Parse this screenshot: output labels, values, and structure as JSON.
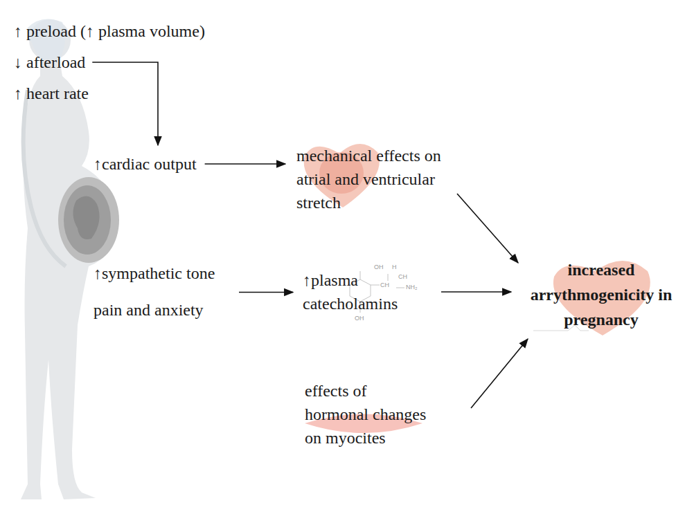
{
  "diagram": {
    "nodes": [
      {
        "text": [
          "↑ preload (↑ plasma volume)",
          "↓ afterload",
          "↑ heart rate"
        ]
      },
      {
        "text": [
          "↑cardiac output"
        ]
      },
      {
        "text": [
          "mechanical effects on atrial and ventricular stretch"
        ]
      },
      {
        "text": [
          "↑sympathetic tone",
          "pain and anxiety"
        ]
      },
      {
        "text": [
          "↑plasma catecholamins"
        ]
      },
      {
        "text": [
          "effects of hormonal changes on myocites"
        ]
      },
      {
        "text": [
          "increased arrythmogenicity in pregnancy"
        ]
      }
    ],
    "edges": [
      {
        "from": 0,
        "to": 1,
        "arrow": "to"
      },
      {
        "from": 1,
        "to": 2,
        "arrow": "to"
      },
      {
        "from": 2,
        "to": 6,
        "arrow": "to"
      },
      {
        "from": 3,
        "to": 4,
        "arrow": "to"
      },
      {
        "from": 4,
        "to": 6,
        "arrow": "to"
      },
      {
        "from": 5,
        "to": 6,
        "arrow": "to"
      }
    ],
    "labels": [
      "OH",
      "H",
      "CH",
      "CH",
      "NH₂",
      "OH"
    ]
  }
}
